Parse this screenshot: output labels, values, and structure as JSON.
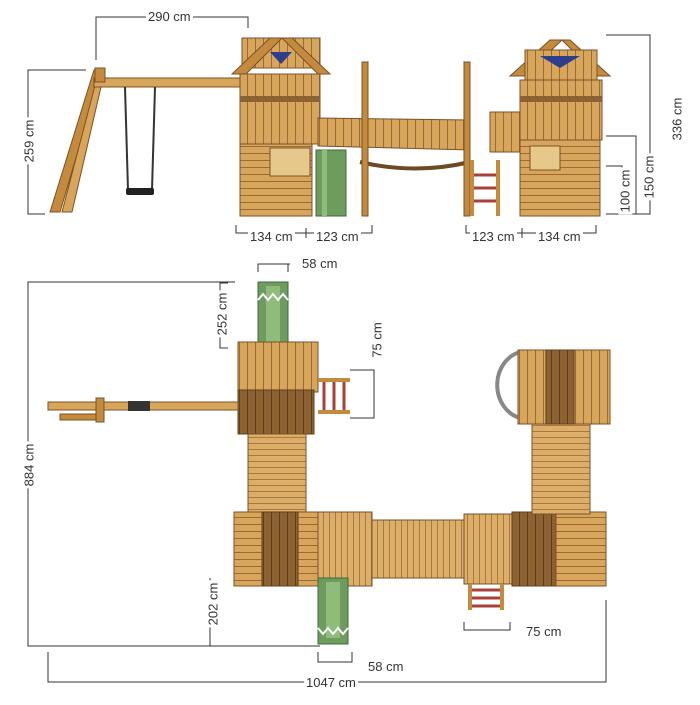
{
  "colors": {
    "wood_light": "#d8a55c",
    "wood_mid": "#c48a3e",
    "wood_dark": "#8c6233",
    "wood_shadow": "#6e4a24",
    "slide_green": "#6e9c5e",
    "slide_dark": "#3f6a3a",
    "ladder_red": "#a8413a",
    "roof_blue": "#2d3e8c",
    "line": "#333333"
  },
  "side_view": {
    "swing_width": "290 cm",
    "swing_height": "259 cm",
    "total_height": "336 cm",
    "deck_height_1": "150 cm",
    "deck_height_2": "100 cm",
    "left_tower_width": "134 cm",
    "left_slide_gap": "123 cm",
    "right_ladder_gap": "123 cm",
    "right_tower_width": "134 cm"
  },
  "top_view": {
    "slide_top_width": "58 cm",
    "slide_top_length": "252 cm",
    "ladder_left_length": "75 cm",
    "total_depth": "884 cm",
    "slide_bottom_length": "202 cm",
    "slide_bottom_width": "58 cm",
    "ladder_right_width": "75 cm",
    "total_width": "1047 cm"
  }
}
